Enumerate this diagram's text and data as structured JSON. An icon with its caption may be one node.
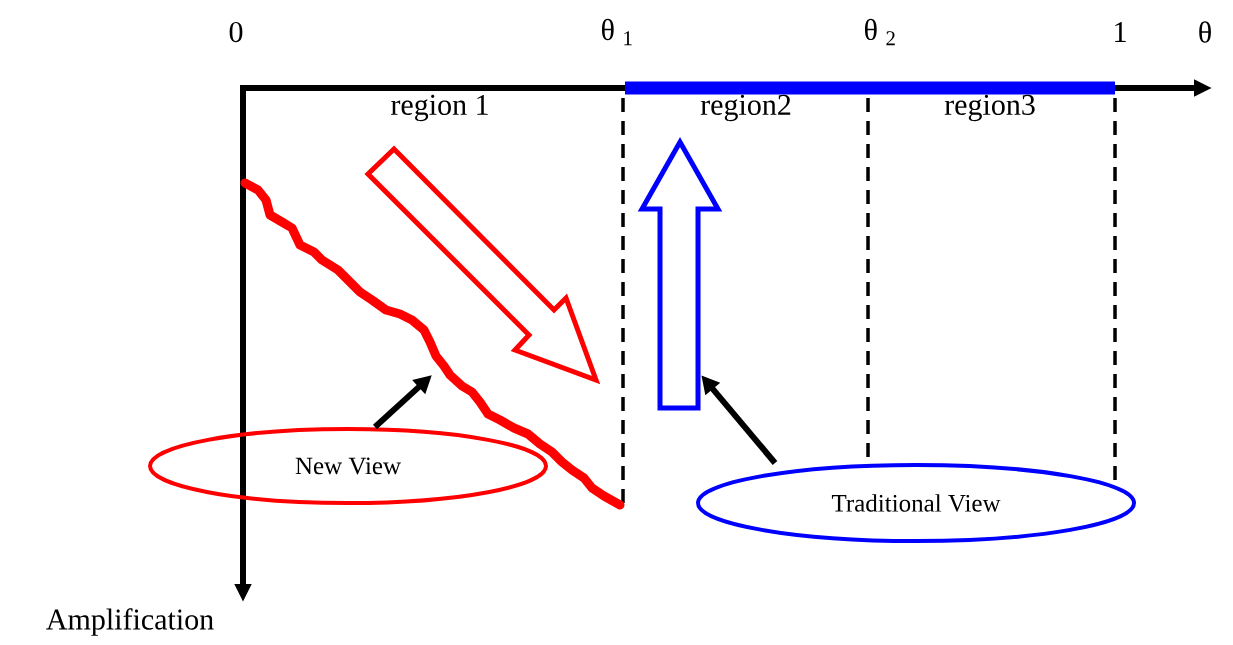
{
  "diagram": {
    "nodes": [
      {
        "text": [
          "New View"
        ]
      },
      {
        "text": [],
        "shape": "curve"
      },
      {
        "text": [
          "Traditional View"
        ]
      },
      {
        "text": [],
        "shape": "arrow"
      }
    ],
    "edges": [
      {
        "from": 0,
        "to": 1,
        "arrow": "to"
      },
      {
        "from": 2,
        "to": 3,
        "arrow": "to"
      }
    ],
    "labels": [
      "0",
      "θ $_{1}$",
      "θ $_{2}$",
      "1",
      "θ",
      "region 1",
      "region2",
      "region3",
      "Amplification"
    ]
  }
}
